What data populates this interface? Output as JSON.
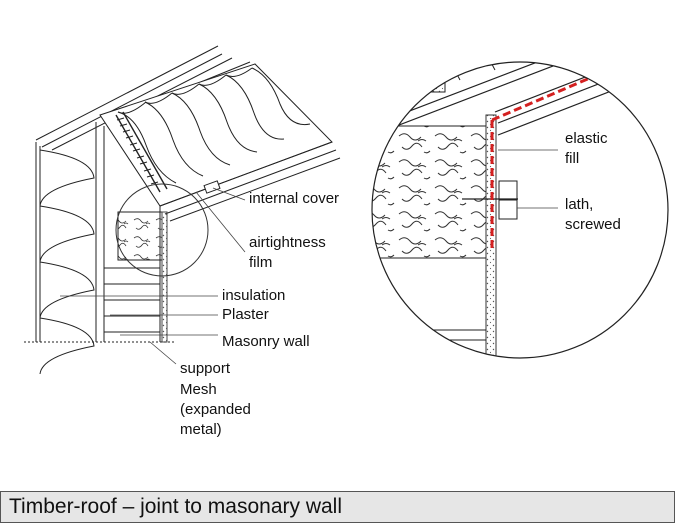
{
  "labels": {
    "internal_cover": "internal cover",
    "airtightness_film_1": "airtightness",
    "airtightness_film_2": "film",
    "insulation": "insulation",
    "plaster": "Plaster",
    "masonry_wall": "Masonry wall",
    "support_mesh_1": "support",
    "support_mesh_2": "Mesh",
    "support_mesh_3": "(expanded",
    "support_mesh_4": "metal)",
    "elastic_fill_1": "elastic",
    "elastic_fill_2": "fill",
    "lath_1": "lath,",
    "lath_2": "screwed"
  },
  "caption": "Timber-roof – joint to masonary wall",
  "colors": {
    "airtight_seal": "#d42020",
    "caption_bar": "#e6e6e6",
    "line": "#222222"
  }
}
